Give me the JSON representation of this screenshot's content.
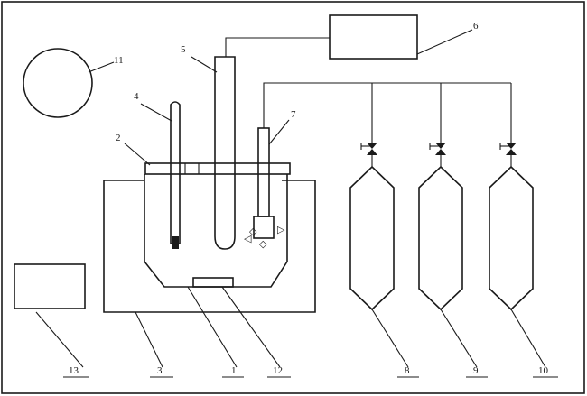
{
  "diagram": {
    "callouts": {
      "stir_bar": "12",
      "gas_cylinder_a": "8",
      "gas_cylinder_b": "9",
      "gas_cylinder_c": "10",
      "meter": "6",
      "thermometer": "4",
      "electrode": "5",
      "gas_tube": "7",
      "lid": "2",
      "jacket": "3",
      "vessel": "1",
      "circle": "11",
      "left_box": "13"
    }
  }
}
